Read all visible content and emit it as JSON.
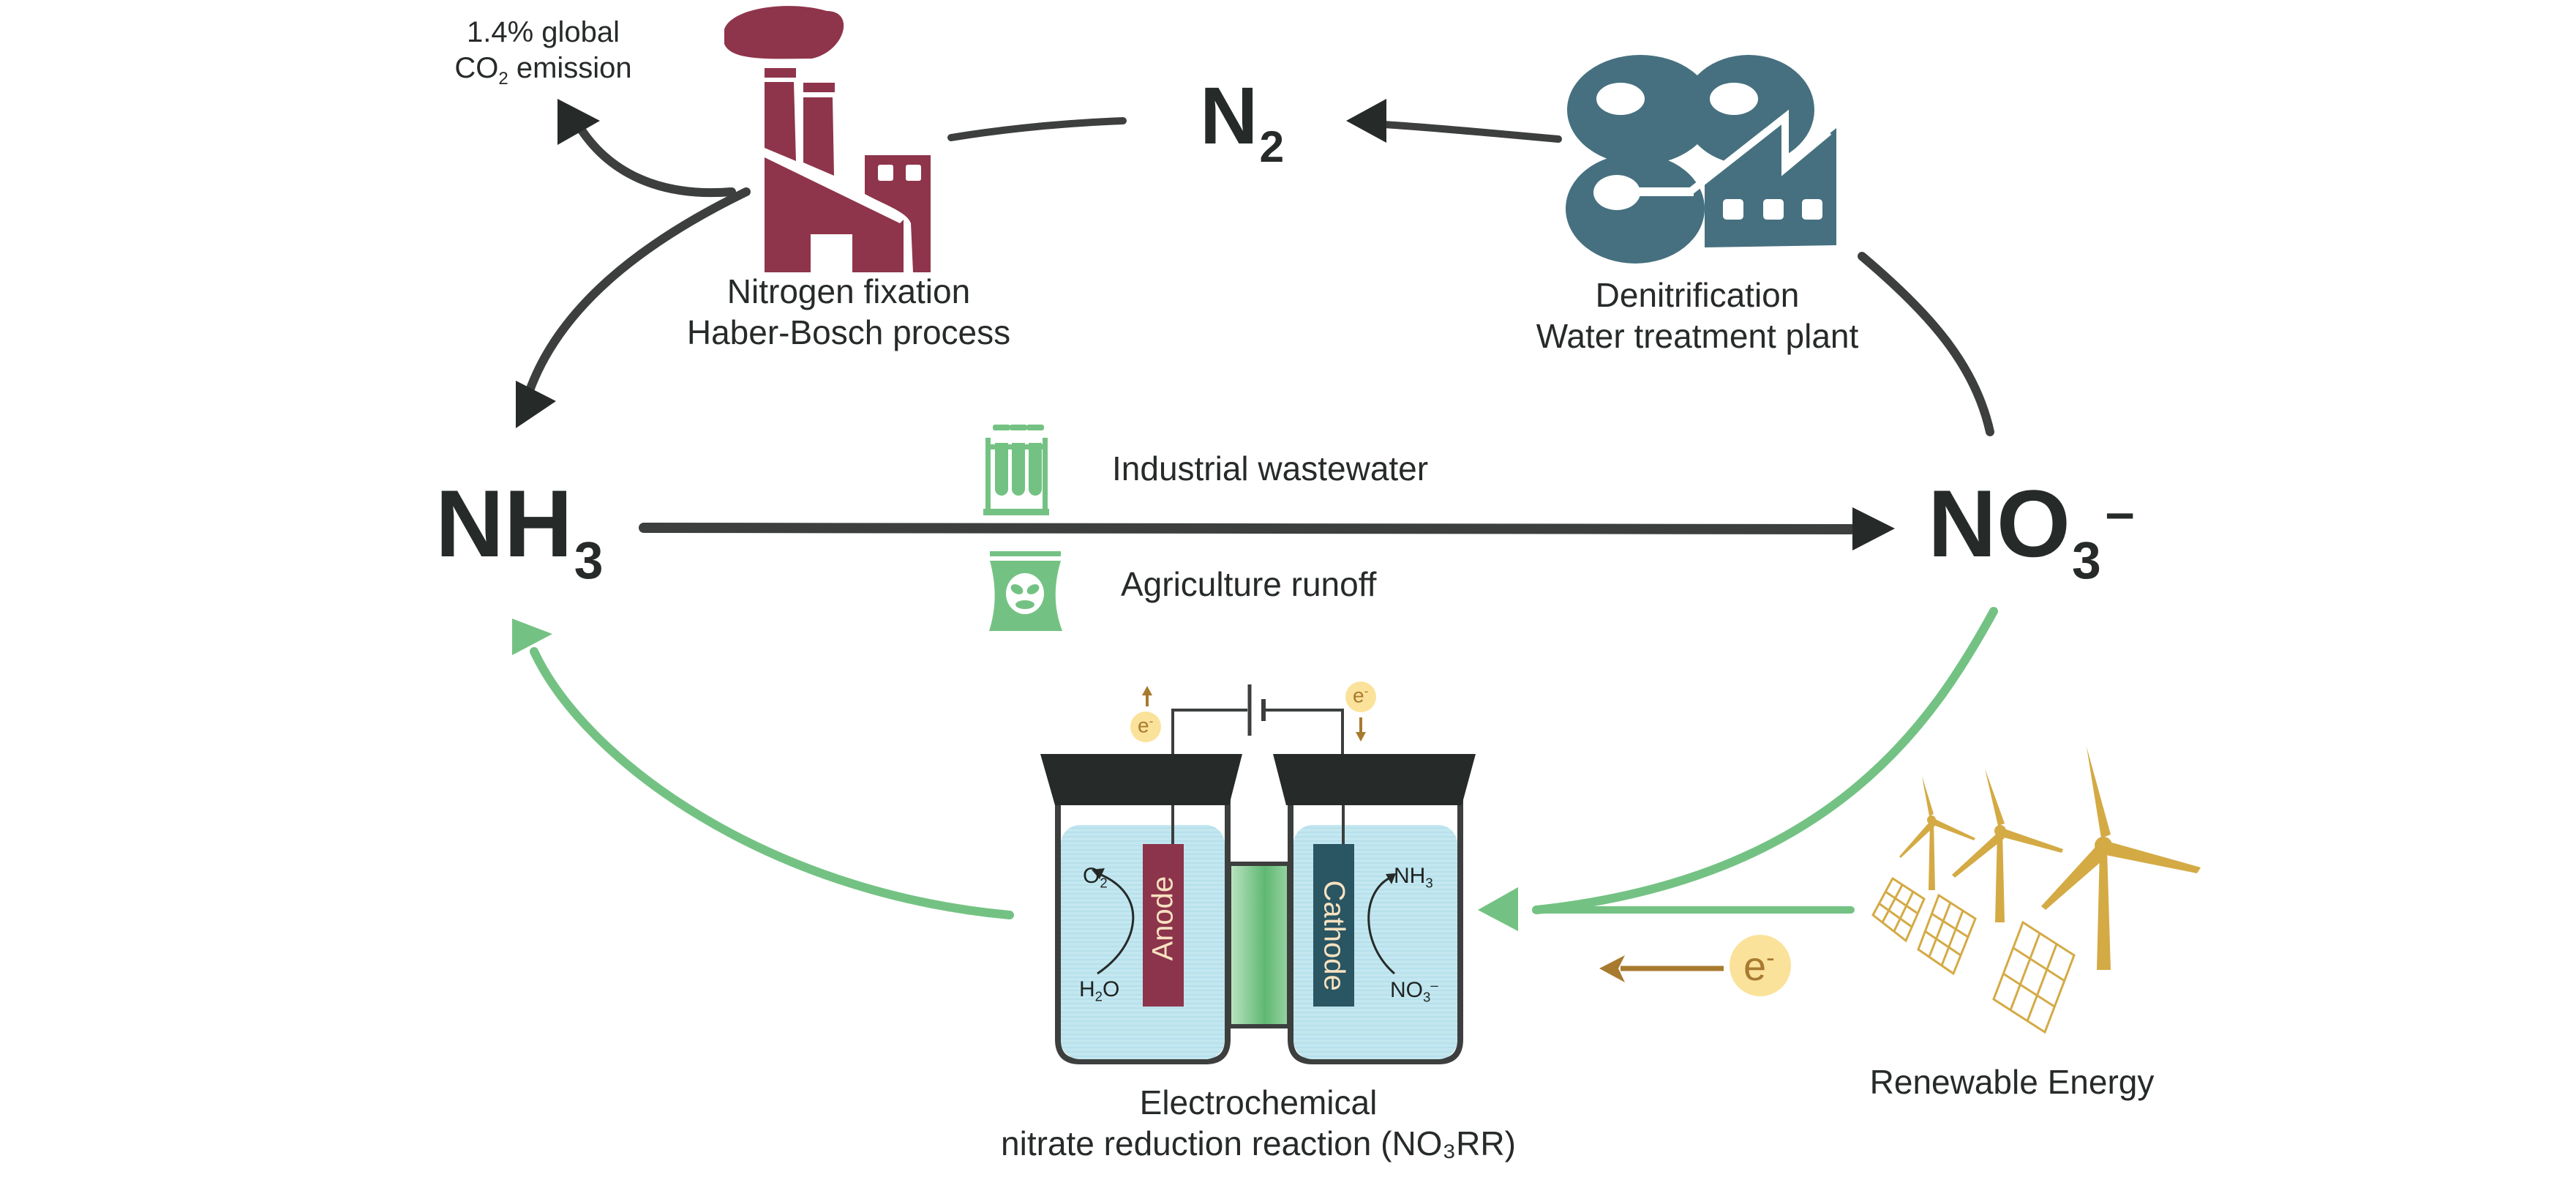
{
  "diagram": {
    "title": "Nitrogen cycle and electrochemical nitrate reduction",
    "species": {
      "nh3": {
        "base": "NH",
        "sub": "3"
      },
      "no3": {
        "base": "NO",
        "sub": "3",
        "sup": "–"
      },
      "n2": {
        "base": "N",
        "sub": "2"
      }
    },
    "processes": {
      "haber_bosch": {
        "line1": "Nitrogen fixation",
        "line2": "Haber-Bosch process",
        "icon": "factory-icon"
      },
      "co2": {
        "line1": "1.4% global",
        "line2_base": "CO",
        "line2_sub": "2",
        "line2_rest": " emission"
      },
      "denitrification": {
        "line1": "Denitrification",
        "line2": "Water treatment plant",
        "icon": "water-treatment-plant-icon"
      },
      "industrial": {
        "label": "Industrial wastewater",
        "icon": "test-tubes-icon"
      },
      "agriculture": {
        "label": "Agriculture runoff",
        "icon": "fertilizer-bag-icon"
      },
      "no3rr": {
        "line1": "Electrochemical",
        "line2": "nitrate reduction reaction (NO₃RR)"
      },
      "renewable": {
        "label": "Renewable Energy",
        "icon": "wind-solar-icon"
      }
    },
    "cell": {
      "anode_label": "Anode",
      "cathode_label": "Cathode",
      "anode_product": {
        "base": "O",
        "sub": "2"
      },
      "anode_reactant": {
        "base": "H",
        "sub": "2",
        "rest": "O"
      },
      "cathode_product": {
        "base": "NH",
        "sub": "3"
      },
      "cathode_reactant": {
        "base": "NO",
        "sub": "3",
        "sup": "–"
      },
      "electron": {
        "base": "e",
        "sup": "-"
      }
    },
    "colors": {
      "ink": "#262a28",
      "arrow_dark": "#3c3f3d",
      "haber_red": "#8e354b",
      "plant_blue": "#46707f",
      "green": "#74c283",
      "gold": "#d4aa45",
      "electron_fill": "#fbe29a",
      "electron_text": "#a87a2f",
      "anode": "#8c344b",
      "cathode": "#2a5563",
      "electrolyte": "#bfe5ef",
      "membrane": "#8fce98"
    }
  }
}
